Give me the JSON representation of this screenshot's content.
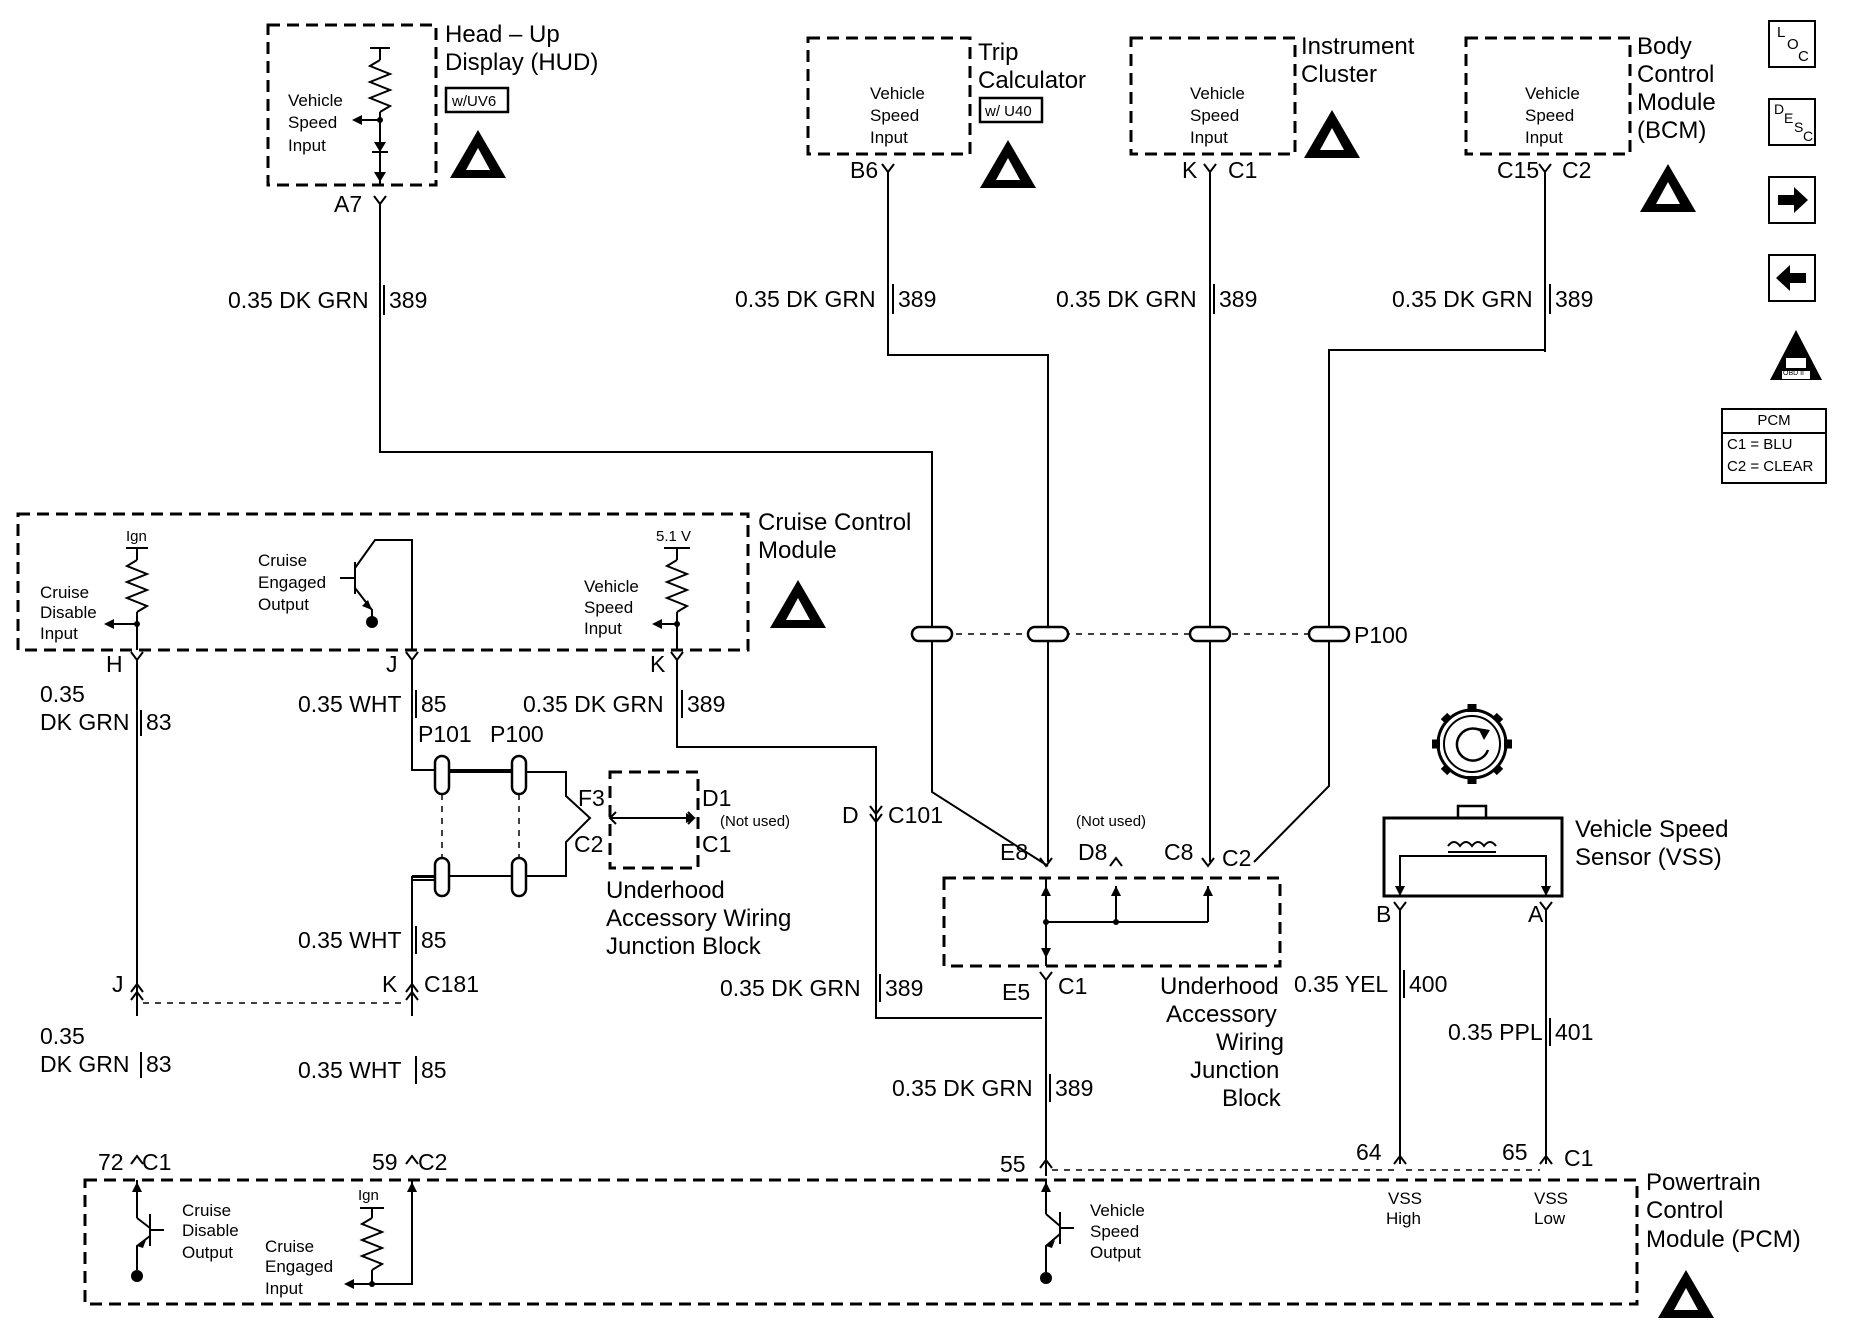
{
  "modules": {
    "hud": {
      "title_line1": "Head – Up",
      "title_line2": "Display (HUD)",
      "option": "w/UV6",
      "input_l1": "Vehicle",
      "input_l2": "Speed",
      "input_l3": "Input",
      "pin": "A7"
    },
    "trip": {
      "title_line1": "Trip",
      "title_line2": "Calculator",
      "option": "w/ U40",
      "input_l1": "Vehicle",
      "input_l2": "Speed",
      "input_l3": "Input",
      "pin": "B6"
    },
    "cluster": {
      "title_line1": "Instrument",
      "title_line2": "Cluster",
      "input_l1": "Vehicle",
      "input_l2": "Speed",
      "input_l3": "Input",
      "pin1": "K",
      "pin2": "C1"
    },
    "bcm": {
      "title_line1": "Body",
      "title_line2": "Control",
      "title_line3": "Module",
      "title_line4": "(BCM)",
      "input_l1": "Vehicle",
      "input_l2": "Speed",
      "input_l3": "Input",
      "pin1": "C15",
      "pin2": "C2"
    },
    "ccm": {
      "title_line1": "Cruise Control",
      "title_line2": "Module",
      "ign": "Ign",
      "v51": "5.1 V",
      "disable_l1": "Cruise",
      "disable_l2": "Disable",
      "disable_l3": "Input",
      "engaged_l1": "Cruise",
      "engaged_l2": "Engaged",
      "engaged_l3": "Output",
      "vsi_l1": "Vehicle",
      "vsi_l2": "Speed",
      "vsi_l3": "Input",
      "pin_h": "H",
      "pin_j": "J",
      "pin_k": "K"
    },
    "pcm": {
      "title_line1": "Powertrain",
      "title_line2": "Control",
      "title_line3": "Module (PCM)",
      "ign": "Ign",
      "disable_l1": "Cruise",
      "disable_l2": "Disable",
      "disable_l3": "Output",
      "engaged_l1": "Cruise",
      "engaged_l2": "Engaged",
      "engaged_l3": "Input",
      "vso_l1": "Vehicle",
      "vso_l2": "Speed",
      "vso_l3": "Output",
      "vss_high_l1": "VSS",
      "vss_high_l2": "High",
      "vss_low_l1": "VSS",
      "vss_low_l2": "Low",
      "pin72": "72",
      "c1a": "C1",
      "pin59": "59",
      "c2": "C2",
      "pin55": "55",
      "pin64": "64",
      "pin65": "65",
      "c1b": "C1"
    },
    "vss": {
      "title_line1": "Vehicle Speed",
      "title_line2": "Sensor (VSS)",
      "pin_b": "B",
      "pin_a": "A"
    },
    "junction_small": {
      "f3": "F3",
      "c2": "C2",
      "d1": "D1",
      "c1": "C1",
      "not_used": "(Not used)",
      "name_l1": "Underhood",
      "name_l2": "Accessory Wiring",
      "name_l3": "Junction Block"
    },
    "junction_big": {
      "e8": "E8",
      "d8": "D8",
      "c8": "C8",
      "c2": "C2",
      "not_used": "(Not used)",
      "e5": "E5",
      "c1": "C1",
      "name_l1": "Underhood",
      "name_l2": "Accessory",
      "name_l3": "Wiring",
      "name_l4": "Junction",
      "name_l5": "Block"
    }
  },
  "wires": {
    "hud": {
      "gauge": "0.35 DK GRN",
      "circuit": "389"
    },
    "trip": {
      "gauge": "0.35 DK GRN",
      "circuit": "389"
    },
    "cluster": {
      "gauge": "0.35 DK GRN",
      "circuit": "389"
    },
    "bcm": {
      "gauge": "0.35 DK GRN",
      "circuit": "389"
    },
    "h_top": {
      "gauge_l1": "0.35",
      "gauge_l2": "DK GRN",
      "circuit": "83"
    },
    "h_bot": {
      "gauge_l1": "0.35",
      "gauge_l2": "DK GRN",
      "circuit": "83"
    },
    "j_top": {
      "gauge": "0.35 WHT",
      "circuit": "85"
    },
    "j_mid": {
      "gauge": "0.35 WHT",
      "circuit": "85"
    },
    "j_bot": {
      "gauge": "0.35 WHT",
      "circuit": "85"
    },
    "k_top": {
      "gauge": "0.35 DK GRN",
      "circuit": "389"
    },
    "k_mid": {
      "gauge": "0.35 DK GRN",
      "circuit": "389"
    },
    "pcm55": {
      "gauge": "0.35 DK GRN",
      "circuit": "389"
    },
    "yel": {
      "gauge": "0.35 YEL",
      "circuit": "400"
    },
    "ppl": {
      "gauge": "0.35 PPL",
      "circuit": "401"
    }
  },
  "connectors": {
    "p100_row": "P100",
    "p101": "P101",
    "p100": "P100",
    "c101_d": "D",
    "c101": "C101",
    "c181_j": "J",
    "c181_k": "K",
    "c181": "C181"
  },
  "sidebar": {
    "loc": [
      "L",
      "O",
      "C"
    ],
    "desc": [
      "D",
      "E",
      "S",
      "C"
    ],
    "obd": "OBD II",
    "pcm_title": "PCM",
    "pcm_c1": "C1 = BLU",
    "pcm_c2": "C2 = CLEAR"
  }
}
